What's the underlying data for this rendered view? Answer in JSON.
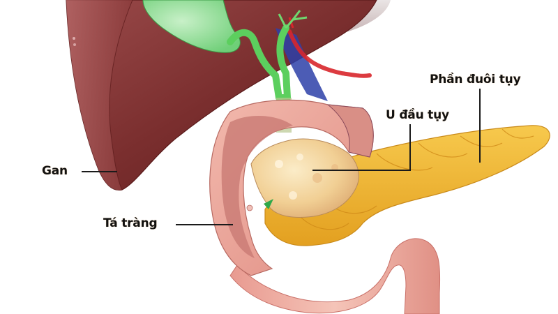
{
  "diagram": {
    "subject": "Pancreatic head tumor anatomy",
    "labels": {
      "tail": "Phần đuôi tụy",
      "tumor": "U đầu tụy",
      "liver": "Gan",
      "duodenum": "Tá tràng"
    },
    "colors": {
      "liver": "#7a2e2e",
      "liver_dark": "#5e1f1f",
      "gallbladder": "#8fdc94",
      "bile_duct": "#5ccf5e",
      "vein": "#2d3fa8",
      "artery": "#d8262b",
      "duodenum": "#e8a096",
      "duodenum_inner": "#c97b74",
      "pancreas": "#f0b534",
      "pancreas_dark": "#d48f1a",
      "tumor": "#f5d9a8",
      "leader_line": "#1a1a1a",
      "label_text": "#111111"
    }
  }
}
